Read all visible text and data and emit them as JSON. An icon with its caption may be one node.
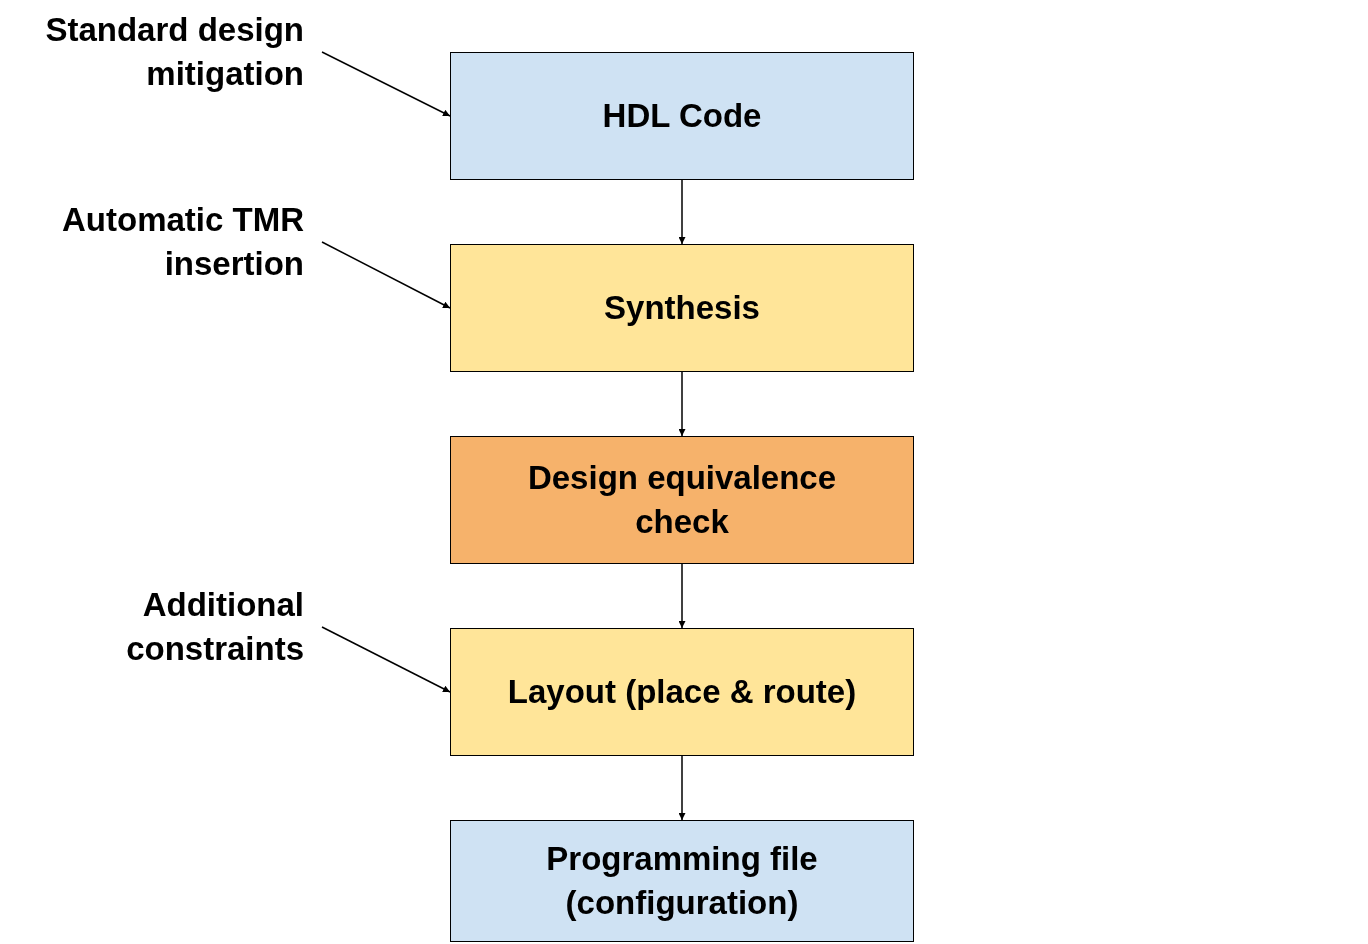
{
  "diagram": {
    "nodes": [
      {
        "text": [
          "Standard design mitigation"
        ]
      },
      {
        "text": [
          "HDL Code"
        ]
      },
      {
        "text": [
          "Automatic TMR insertion"
        ]
      },
      {
        "text": [
          "Synthesis"
        ]
      },
      {
        "text": [
          "Design equivalence check"
        ]
      },
      {
        "text": [
          "Additional constraints"
        ]
      },
      {
        "text": [
          "Layout (place & route)"
        ]
      },
      {
        "text": [
          "Programming file (configuration)"
        ]
      }
    ],
    "edges": [
      {
        "from": 0,
        "to": 1,
        "arrow": "to"
      },
      {
        "from": 1,
        "to": 3,
        "arrow": "to"
      },
      {
        "from": 2,
        "to": 3,
        "arrow": "to"
      },
      {
        "from": 3,
        "to": 4,
        "arrow": "to"
      },
      {
        "from": 4,
        "to": 6,
        "arrow": "to"
      },
      {
        "from": 5,
        "to": 6,
        "arrow": "to"
      },
      {
        "from": 6,
        "to": 7,
        "arrow": "to"
      }
    ]
  }
}
